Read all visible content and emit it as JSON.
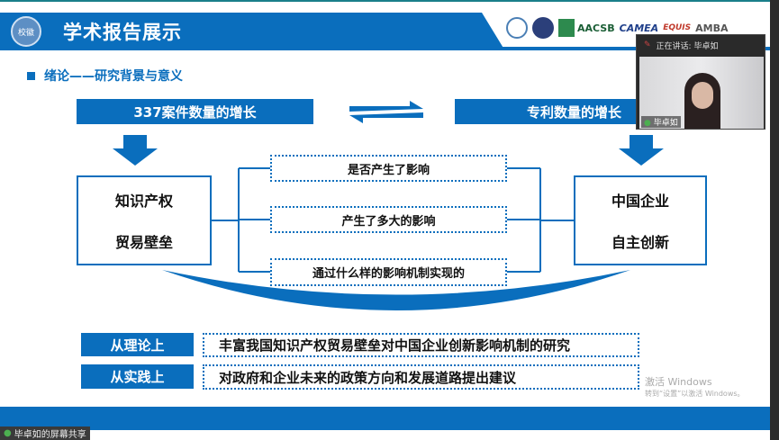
{
  "header": {
    "title": "学术报告展示",
    "logo_text": "校徽",
    "logos": [
      "AACSB",
      "CAMEA",
      "EQUIS",
      "AMBA"
    ]
  },
  "subtitle": "绪论——研究背景与意义",
  "top_bars": {
    "left": "337案件数量的增长",
    "right": "专利数量的增长"
  },
  "left_box": [
    "知识产权",
    "贸易壁垒"
  ],
  "right_box": [
    "中国企业",
    "自主创新"
  ],
  "questions": [
    "是否产生了影响",
    "产生了多大的影响",
    "通过什么样的影响机制实现的"
  ],
  "significance": [
    {
      "label": "从理论上",
      "text": "丰富我国知识产权贸易壁垒对中国企业创新影响机制的研究"
    },
    {
      "label": "从实践上",
      "text": "对政府和企业未来的政策方向和发展道路提出建议"
    }
  ],
  "video": {
    "status": "正在讲话: 毕卓如",
    "name": "毕卓如"
  },
  "share_label": "毕卓如的屏幕共享",
  "watermark": {
    "line1": "激活 Windows",
    "line2": "转到“设置”以激活 Windows。"
  },
  "colors": {
    "primary": "#0a6ebd"
  }
}
